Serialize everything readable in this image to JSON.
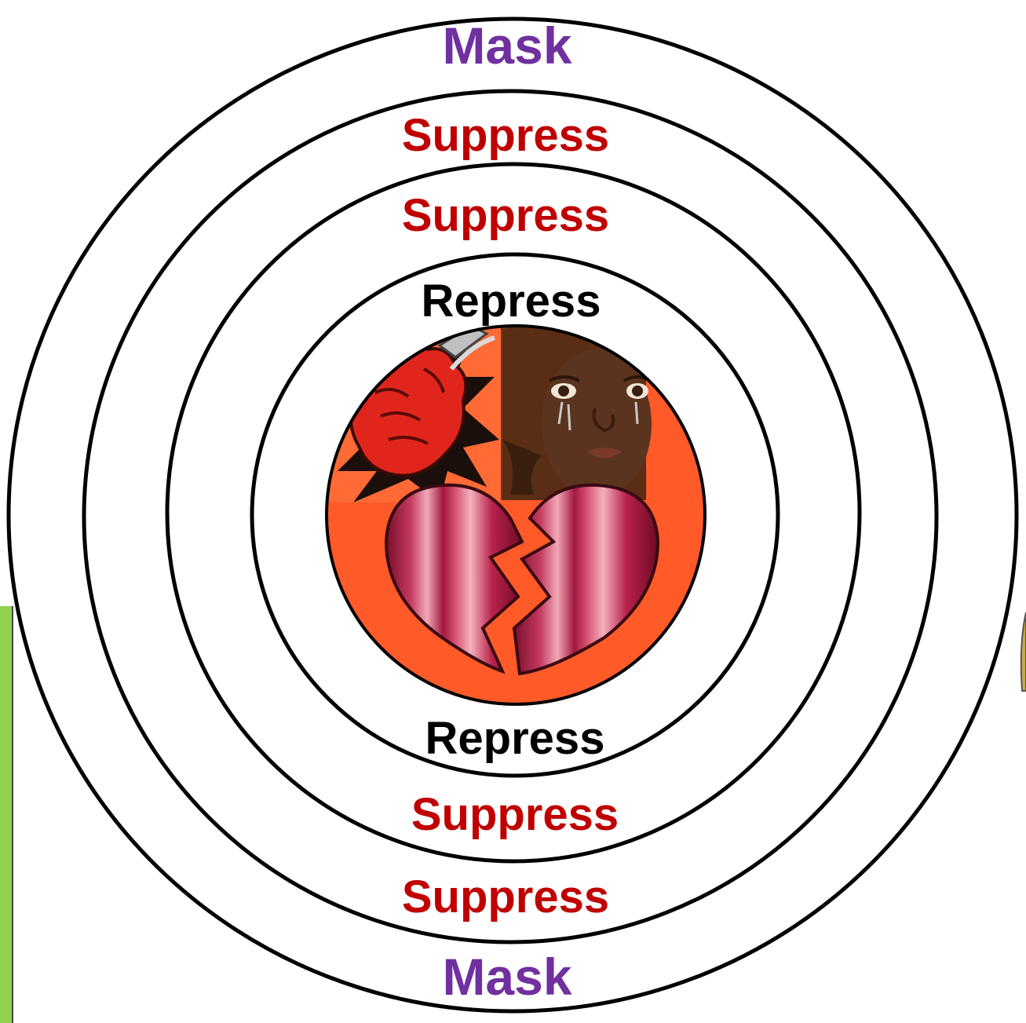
{
  "colors": {
    "mask": "#7030A0",
    "suppress": "#C00000",
    "repress": "#000000",
    "ring_stroke": "#000000",
    "center_fill": "#FF5A28",
    "side_bar": "#92D050"
  },
  "labels": {
    "outer_top": "Mask",
    "ring2_top": "Suppress",
    "ring3_top": "Suppress",
    "inner_top": "Repress",
    "inner_bottom": "Repress",
    "ring3_bottom": "Suppress",
    "ring2_bottom": "Suppress",
    "outer_bottom": "Mask"
  },
  "center_image": {
    "icons": [
      "clenched-fist-icon",
      "crying-woman-icon",
      "broken-heart-icon"
    ]
  }
}
